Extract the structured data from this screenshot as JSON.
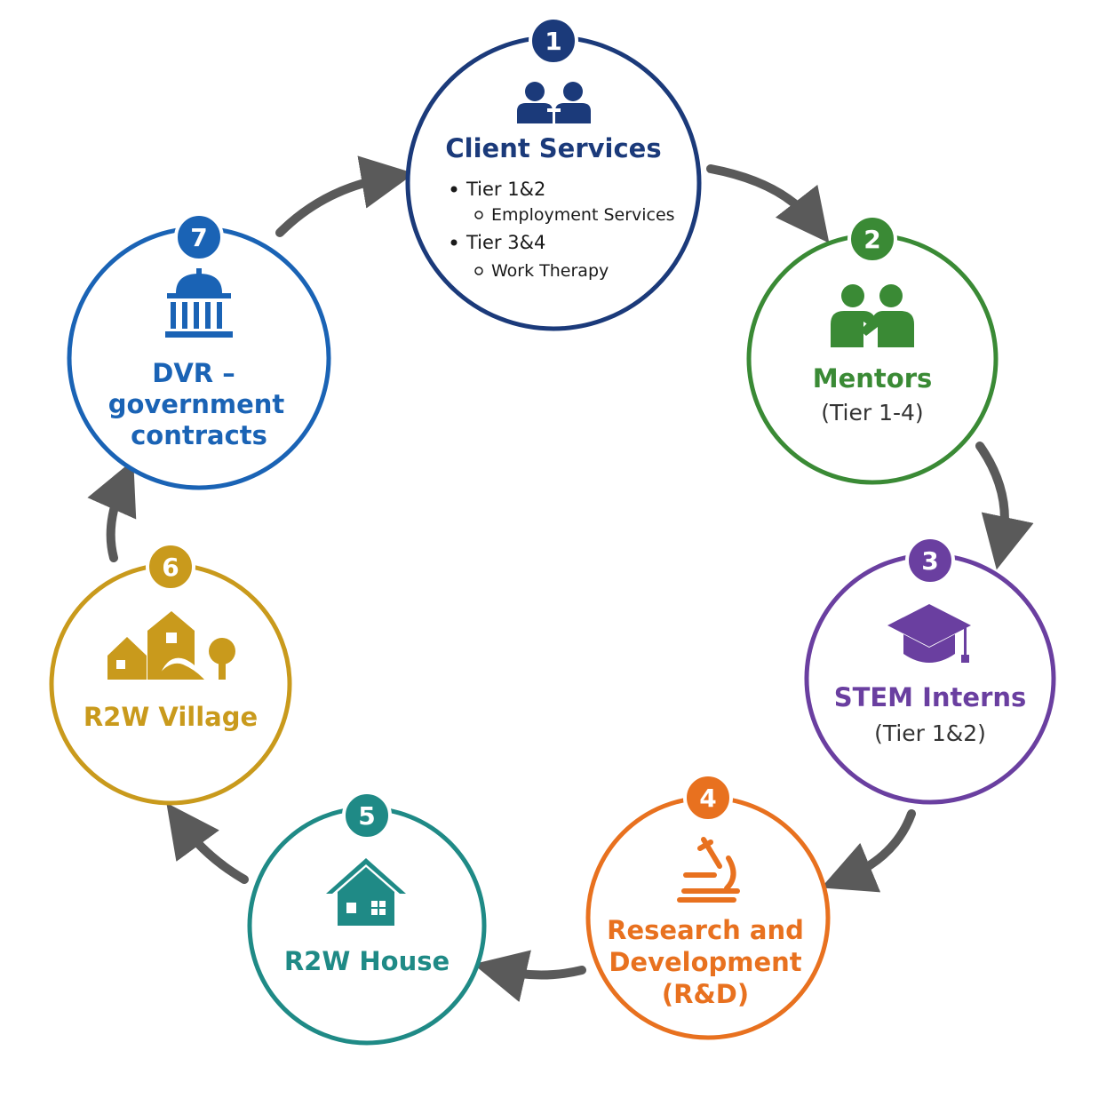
{
  "nodes": [
    {
      "number": "1",
      "title": "Client Services",
      "color": "#1b3a7a",
      "icon": "people-icon",
      "bullets": [
        {
          "text": "Tier 1&2",
          "sub": "Employment Services"
        },
        {
          "text": "Tier 3&4",
          "sub": "Work Therapy"
        }
      ]
    },
    {
      "number": "2",
      "title": "Mentors",
      "subtitle": "(Tier 1-4)",
      "color": "#3a8a35",
      "icon": "mentor-icon"
    },
    {
      "number": "3",
      "title": "STEM Interns",
      "subtitle": "(Tier 1&2)",
      "color": "#6a3fa0",
      "icon": "graduation-cap-icon"
    },
    {
      "number": "4",
      "title_lines": [
        "Research and",
        "Development",
        "(R&D)"
      ],
      "color": "#e8711f",
      "icon": "microscope-icon"
    },
    {
      "number": "5",
      "title": "R2W House",
      "color": "#1f8a86",
      "icon": "house-icon"
    },
    {
      "number": "6",
      "title": "R2W Village",
      "color": "#c99a1c",
      "icon": "village-icon"
    },
    {
      "number": "7",
      "title_lines": [
        "DVR –",
        "government",
        "contracts"
      ],
      "color": "#1a63b5",
      "icon": "government-building-icon"
    }
  ],
  "arrow_color": "#5a5a5a"
}
